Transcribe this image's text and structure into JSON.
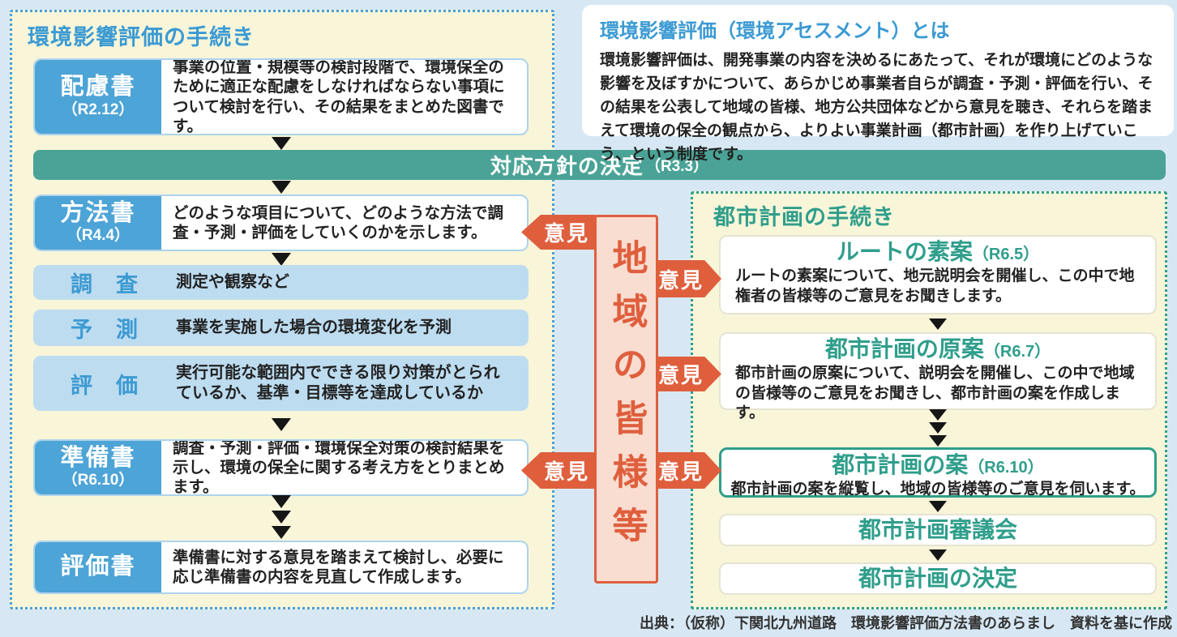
{
  "colors": {
    "background": "#d7e8f4",
    "panel_yellow": "#f8f5d9",
    "blue_accent": "#3b9ad3",
    "blue_box": "#4da4d6",
    "light_blue_bar": "#bddcf0",
    "green_bar": "#4aa396",
    "teal_accent": "#2f9e8b",
    "orange_accent": "#df5f3d",
    "pink_fill": "#f9ddd1"
  },
  "eia_panel": {
    "title": "環境影響評価の手続き",
    "docs": [
      {
        "label": "配慮書",
        "date": "（R2.12）",
        "desc": "事業の位置・規模等の検討段階で、環境保全のために適正な配慮をしなければならない事項について検討を行い、その結果をまとめた図書です。"
      },
      {
        "label": "方法書",
        "date": "（R4.4）",
        "desc": "どのような項目について、どのような方法で調査・予測・評価をしていくのかを示します。"
      },
      {
        "label": "準備書",
        "date": "（R6.10）",
        "desc": "調査・予測・評価・環境保全対策の検討結果を示し、環境の保全に関する考え方をとりまとめます。"
      },
      {
        "label": "評価書",
        "date": "",
        "desc": "準備書に対する意見を踏まえて検討し、必要に応じ準備書の内容を見直して作成します。"
      }
    ],
    "steps": [
      {
        "label": "調　査",
        "desc": "測定や観察など"
      },
      {
        "label": "予　測",
        "desc": "事業を実施した場合の環境変化を予測"
      },
      {
        "label": "評　価",
        "desc": "実行可能な範囲内でできる限り対策がとられているか、基準・目標等を達成しているか"
      }
    ]
  },
  "policy_bar": {
    "label": "対応方針の決定",
    "date": "（R3.3）"
  },
  "about_box": {
    "title": "環境影響評価（環境アセスメント）とは",
    "body": "環境影響評価は、開発事業の内容を決めるにあたって、それが環境にどのような影響を及ぼすかについて、あらかじめ事業者自らが調査・予測・評価を行い、その結果を公表して地域の皆様、地方公共団体などから意見を聴き、それらを踏まえて環境の保全の観点から、よりよい事業計画（都市計画）を作り上げていこう、という制度です。"
  },
  "community_bar": {
    "label": "地域の皆様等"
  },
  "opinion_label": "意見",
  "city_panel": {
    "title": "都市計画の手続き",
    "boxes": [
      {
        "heading": "ルートの素案",
        "date": "（R6.5）",
        "body": "ルートの素案について、地元説明会を開催し、この中で地権者の皆様等のご意見をお聞きします。"
      },
      {
        "heading": "都市計画の原案",
        "date": "（R6.7）",
        "body": "都市計画の原案について、説明会を開催し、この中で地域の皆様等のご意見をお聞きし、都市計画の案を作成します。"
      },
      {
        "heading": "都市計画の案",
        "date": "（R6.10）",
        "body": "都市計画の案を縦覧し、地域の皆様等のご意見を伺います。"
      },
      {
        "heading": "都市計画審議会",
        "date": "",
        "body": ""
      },
      {
        "heading": "都市計画の決定",
        "date": "",
        "body": ""
      }
    ]
  },
  "footer": {
    "source": "出典：（仮称）下関北九州道路　環境影響評価方法書のあらまし　資料を基に作成"
  }
}
